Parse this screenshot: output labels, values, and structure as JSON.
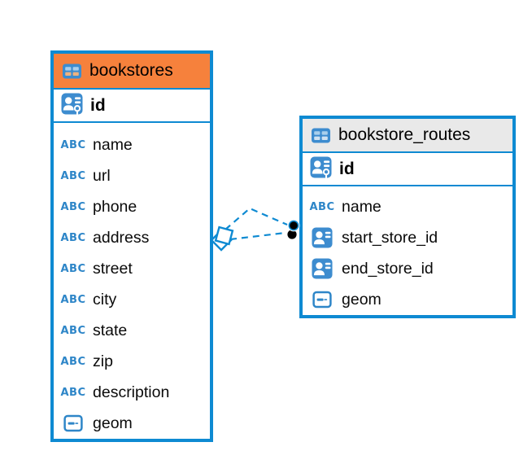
{
  "diagram": {
    "type": "entity-relationship-diagram",
    "background": "#ffffff"
  },
  "colors": {
    "accent_blue": "#0e8ad2",
    "icon_blue": "#3d8ccf",
    "icon_cell_blue": "#a9cfec",
    "abc_blue": "#2e86c8",
    "header_orange": "#f6813c",
    "header_gray": "#e9e9e9",
    "text_black": "#0a0a0a",
    "endpoint_black": "#000000"
  },
  "icons": {
    "abc_label": "ABC",
    "table_icon": "table-icon",
    "primary_key_icon": "person-key-icon",
    "reference_icon": "person-badge-icon",
    "geometry_icon": "geometry-box-icon"
  },
  "entities": [
    {
      "title": "bookstores",
      "header_style": "orange",
      "primary_key": {
        "name": "id",
        "icon": "person-key-icon"
      },
      "columns": [
        {
          "name": "name",
          "icon": "abc-text-icon"
        },
        {
          "name": "url",
          "icon": "abc-text-icon"
        },
        {
          "name": "phone",
          "icon": "abc-text-icon"
        },
        {
          "name": "address",
          "icon": "abc-text-icon"
        },
        {
          "name": "street",
          "icon": "abc-text-icon"
        },
        {
          "name": "city",
          "icon": "abc-text-icon"
        },
        {
          "name": "state",
          "icon": "abc-text-icon"
        },
        {
          "name": "zip",
          "icon": "abc-text-icon"
        },
        {
          "name": "description",
          "icon": "abc-text-icon"
        },
        {
          "name": "geom",
          "icon": "geometry-box-icon"
        }
      ]
    },
    {
      "title": "bookstore_routes",
      "header_style": "gray",
      "primary_key": {
        "name": "id",
        "icon": "person-key-icon"
      },
      "columns": [
        {
          "name": "name",
          "icon": "abc-text-icon"
        },
        {
          "name": "start_store_id",
          "icon": "person-badge-icon"
        },
        {
          "name": "end_store_id",
          "icon": "person-badge-icon"
        },
        {
          "name": "geom",
          "icon": "geometry-box-icon"
        }
      ]
    }
  ],
  "relationships": [
    {
      "from_entity": "bookstores",
      "to_entity": "bookstore_routes",
      "line_style": "dashed",
      "line_count": 2,
      "source_marker": "overlapping-squares",
      "target_marker": "double-black-dots"
    }
  ]
}
